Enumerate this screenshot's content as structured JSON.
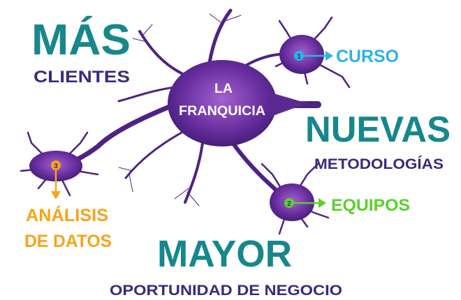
{
  "colors": {
    "headline": "#17878c",
    "subtitle": "#3a2a7c",
    "neuron": "#4e2383",
    "neuron_light": "#9a5cc8",
    "curso": "#2ab4e6",
    "equipos": "#5ccf2e",
    "analisis": "#f5a518"
  },
  "mas": {
    "title": "MÁS",
    "subtitle": "CLIENTES"
  },
  "nuevas": {
    "title": "NUEVAS",
    "subtitle": "METODOLOGÍAS"
  },
  "mayor": {
    "title": "MAYOR",
    "subtitle": "OPORTUNIDAD DE NEGOCIO"
  },
  "center": {
    "line1": "LA",
    "line2": "FRANQUICIA"
  },
  "nodes": [
    {
      "number": "1",
      "label": "CURSO",
      "icon": "arrow-right-icon"
    },
    {
      "number": "2",
      "label": "EQUIPOS",
      "icon": "arrow-right-icon"
    },
    {
      "number": "3",
      "label": "ANÁLISIS",
      "label2": "DE DATOS",
      "icon": "arrow-down-icon"
    }
  ]
}
